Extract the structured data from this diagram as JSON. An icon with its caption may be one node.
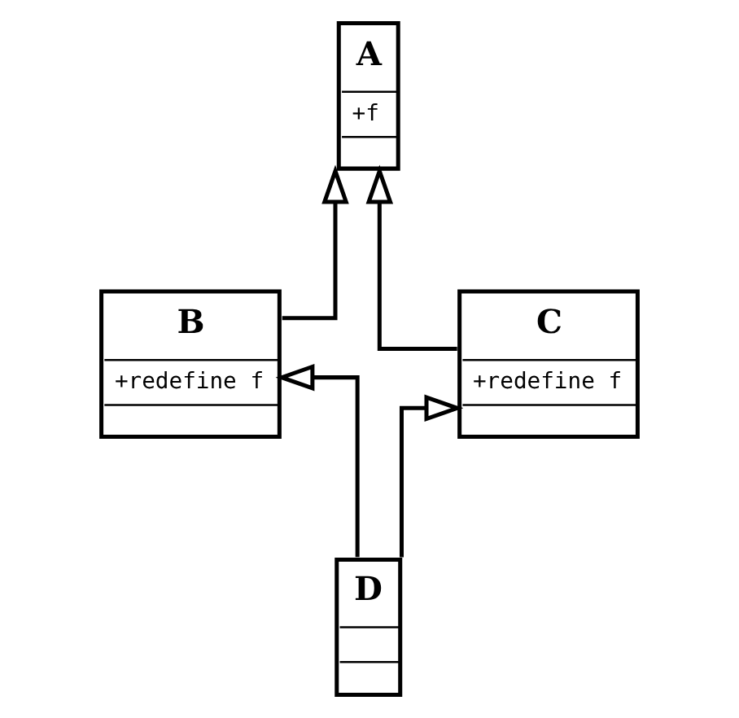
{
  "diagram": {
    "nodes": [
      {
        "text": [
          "A",
          "+f"
        ]
      },
      {
        "text": [
          "B",
          "+redefine f"
        ]
      },
      {
        "text": [
          "C",
          "+redefine f"
        ]
      },
      {
        "text": [
          "D"
        ]
      }
    ],
    "edges": [
      {
        "from": 1,
        "to": 0,
        "arrow": "to"
      },
      {
        "from": 2,
        "to": 0,
        "arrow": "to"
      },
      {
        "from": 3,
        "to": 1,
        "arrow": "to"
      },
      {
        "from": 3,
        "to": 2,
        "arrow": "to"
      }
    ]
  }
}
